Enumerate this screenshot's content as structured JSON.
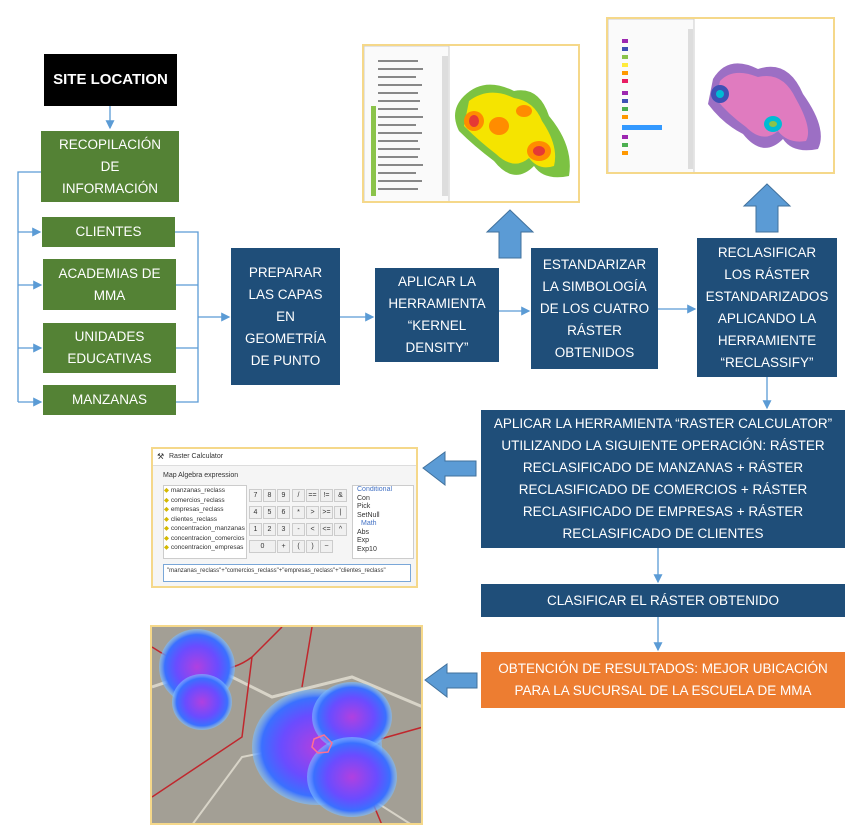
{
  "boxes": {
    "site_location": "SITE LOCATION",
    "recopilacion": "RECOPILACIÓN DE INFORMACIÓN",
    "clientes": "CLIENTES",
    "academias": "ACADEMIAS DE MMA",
    "unidades": "UNIDADES EDUCATIVAS",
    "manzanas": "MANZANAS",
    "preparar": "PREPARAR LAS CAPAS EN GEOMETRÍA DE PUNTO",
    "kernel": "APLICAR LA HERRAMIENTA “KERNEL DENSITY”",
    "estandarizar": "ESTANDARIZAR LA SIMBOLOGÍA DE LOS CUATRO RÁSTER OBTENIDOS",
    "reclasificar": "RECLASIFICAR LOS RÁSTER ESTANDARIZADOS APLICANDO LA HERRAMIENTE “RECLASSIFY”",
    "raster_calc": "APLICAR LA HERRAMIENTA “RASTER CALCULATOR” UTILIZANDO LA SIGUIENTE OPERACIÓN: RÁSTER RECLASIFICADO DE MANZANAS + RÁSTER RECLASIFICADO DE COMERCIOS + RÁSTER RECLASIFICADO DE EMPRESAS + RÁSTER RECLASIFICADO DE CLIENTES",
    "clasificar": "CLASIFICAR EL RÁSTER OBTENIDO",
    "obtencion": "OBTENCIÓN DE RESULTADOS: MEJOR UBICACIÓN PARA LA SUCURSAL DE LA ESCUELA DE MMA"
  },
  "raster_calculator": {
    "title": "Raster Calculator",
    "label": "Map Algebra expression",
    "layers": [
      "manzanas_reclass",
      "comercios_reclass",
      "empresas_reclass",
      "clientes_reclass",
      "concentracion_manzanas",
      "concentracion_comercios",
      "concentracion_empresas"
    ],
    "keys": [
      "7",
      "8",
      "9",
      "/",
      "==",
      "!=",
      "&",
      "4",
      "5",
      "6",
      "*",
      ">",
      ">=",
      "|",
      "1",
      "2",
      "3",
      "-",
      "<",
      "<=",
      "^",
      "0",
      ".",
      "+",
      "(",
      ")",
      "~"
    ],
    "func_headers": [
      "Conditional",
      "Math"
    ],
    "functions": [
      "Con",
      "Pick",
      "SetNull",
      "Abs",
      "Exp",
      "Exp10"
    ],
    "expression": "\"manzanas_reclass\"+\"comercios_reclass\"+\"empresas_reclass\"+\"clientes_reclass\""
  },
  "colors": {
    "green": "#548235",
    "blue": "#1f4e79",
    "orange": "#ed7d31",
    "arrow": "#5b9bd5"
  }
}
